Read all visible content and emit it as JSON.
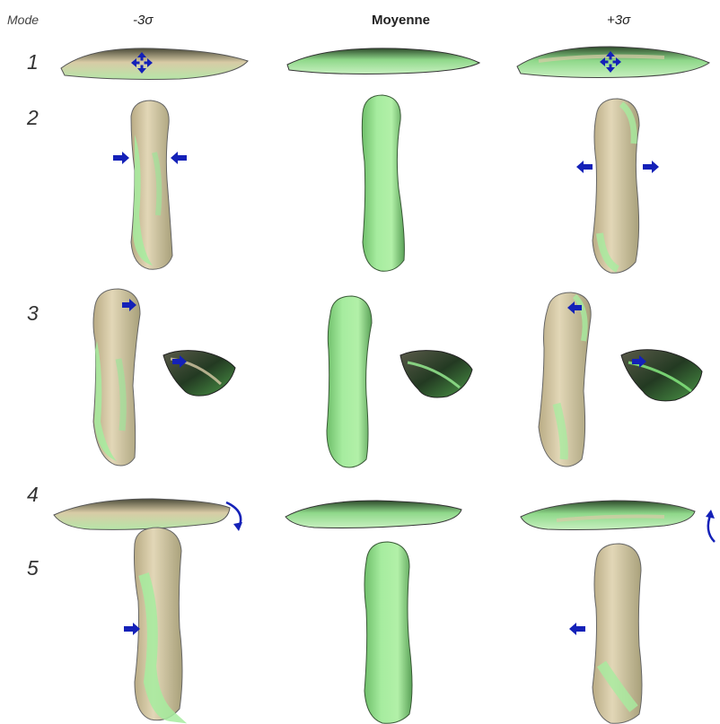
{
  "header": {
    "mode_label": "Mode",
    "col_minus": "-3σ",
    "col_mean": "Moyenne",
    "col_plus": "+3σ"
  },
  "rows": [
    {
      "label": "1"
    },
    {
      "label": "2"
    },
    {
      "label": "3"
    },
    {
      "label": "4"
    },
    {
      "label": "5"
    }
  ],
  "colors": {
    "bone_green": "#9fe39a",
    "bone_beige": "#d8cba6",
    "bone_dark": "#2f4a2c",
    "arrow_blue": "#1421b8"
  }
}
